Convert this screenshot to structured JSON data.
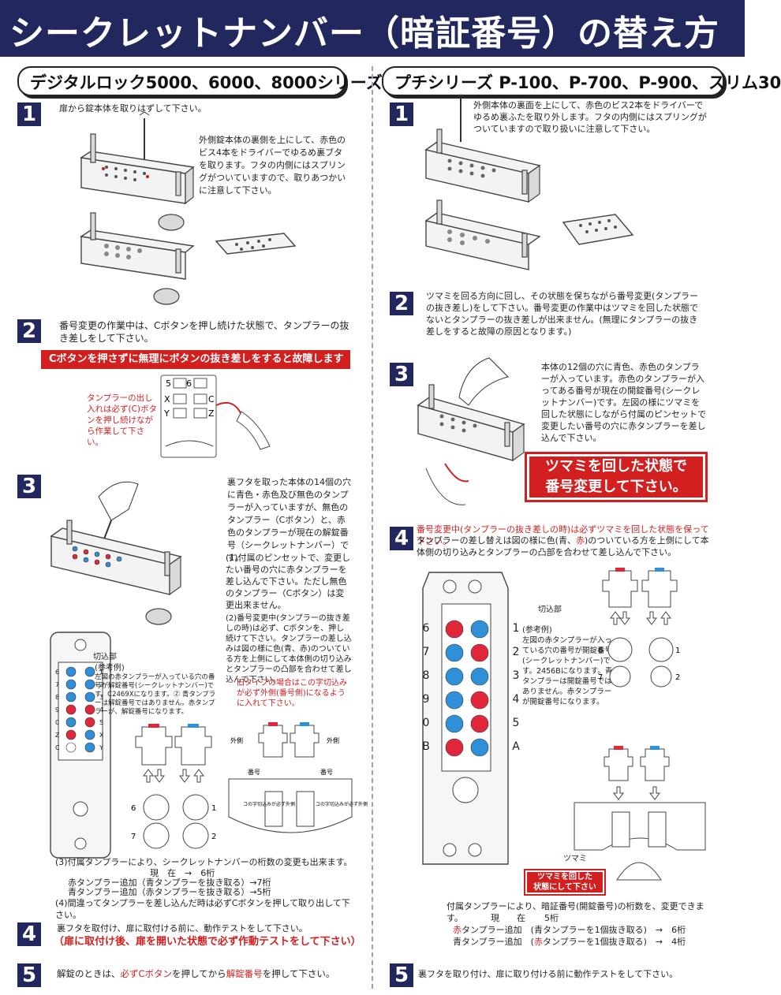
{
  "title": "シークレットナンバー（暗証番号）の替え方",
  "left": {
    "header": "デジタルロック5000、6000、8000シリーズ",
    "step1": {
      "num": "1",
      "text": "扉から錠本体を取りはずして下さい。",
      "note": "外側錠本体の裏側を上にして、赤色のビス4本をドライバーでゆるめ裏ブタを取ります。フタの内側にはスプリングがついていますので、取りあつかいに注意して下さい。"
    },
    "step2": {
      "num": "2",
      "text": "番号変更の作業中は、Cボタンを押し続けた状態で、タンプラーの抜き差しをして下さい。",
      "warning": "Cボタンを押さずに無理にボタンの抜き差しをすると故障します",
      "side_note": "タンプラーの出し入れは必ず(C)ボタンを押し続けながら作業して下さい。",
      "keypad_keys": [
        "5",
        "6",
        "X",
        "C",
        "Y",
        "Z"
      ]
    },
    "step3": {
      "num": "3",
      "text": "裏フタを取った本体の14個の穴に青色・赤色及び無色のタンプラーが入っていますが、無色のタンプラー（Cボタン）と、赤色のタンプラーが現在の解錠番号（シークレットナンバー）です。",
      "item1": "(1)付属のピンセットで、変更したい番号の穴に赤タンプラーを差し込んで下さい。ただし無色のタンプラー（Cボタン）は変更出来ません。",
      "item2": "(2)番号変更中(タンプラーの抜き差しの時)は必ず、Cボタンを、押し続けて下さい。タンプラーの差し込みは図の様に色(青、赤)のついている方を上側にして本体側の切り込みとタンプラーの凸部を合わせて差し込んで下さい。",
      "item2_red": "旧タイプの場合はこの字切込みが必ず外側(番号側)になるように入れて下さい。",
      "cut_label": "切込部",
      "ref_title": "(参考例)",
      "ref_text": "左図の赤タンプラーが入っている穴の番号が解錠番号(シークレットナンバー)です。C2469Xになります。Ⓩ 青タンプラーは解錠番号ではありません。赤タンプラーが、解錠番号になります。",
      "panel_labels": [
        "6",
        "7",
        "8",
        "9",
        "0",
        "Z",
        "C",
        "1",
        "2",
        "3",
        "4",
        "5",
        "X",
        "Y"
      ],
      "outside_label": "外側",
      "outside_label2": "外側",
      "number_label": "番号",
      "number_label2": "番号",
      "notch_note": "コの字切込みが必ず外側",
      "notch_note2": "コの字切込みが必ず外側",
      "dial_labels": [
        "6",
        "1",
        "7",
        "2"
      ],
      "item3": "(3)付属タンプラーにより、シークレットナンバーの桁数の変更も出来ます。",
      "row_now": "現　在　→　6桁",
      "row_red": "赤タンプラー追加（青タンプラーを抜き取る）→7桁",
      "row_blue": "青タンプラー追加（赤タンプラーを抜き取る）→5桁",
      "item4": "(4)間違ってタンプラーを差し込んだ時は必ずCボタンを押して取り出して下さい。"
    },
    "step4": {
      "num": "4",
      "text": "裏フタを取付け、扉に取付ける前に、動作テストをして下さい。",
      "warning": "（扉に取付け後、扉を開いた状態で必ず作動テストをして下さい）"
    },
    "step5": {
      "num": "5",
      "text_a": "解錠のときは、",
      "text_b": "必ずCボタン",
      "text_c": "を押してから",
      "text_d": "解錠番号",
      "text_e": "を押して下さい。"
    }
  },
  "right": {
    "header": "プチシリーズ P-100、P-700、P-900、スリム30",
    "step1": {
      "num": "1",
      "text": "外側本体の裏面を上にして、赤色のビス2本をドライバーでゆるめ裏ふたを取り外します。フタの内側にはスプリングがついていますので取り扱いに注意して下さい。"
    },
    "step2": {
      "num": "2",
      "text": "ツマミを回る方向に回し、その状態を保ちながら番号変更(タンプラーの抜き差し)をして下さい。番号変更の作業中はツマミを回した状態でないとタンプラーの抜き差しが出来ません。(無理にタンプラーの抜き差しをすると故障の原因となります。)"
    },
    "step3": {
      "num": "3",
      "text": "本体の12個の穴に青色、赤色のタンプラーが入っています。赤色のタンプラーが入ってある番号が現在の開錠番号(シークレットナンバー)です。左図の様にツマミを回した状態にしながら付属のピンセットで変更したい番号の穴に赤タンプラーを差し込んで下さい。",
      "callout_line1": "ツマミを回した状態で",
      "callout_line2": "番号変更して下さい。"
    },
    "step4": {
      "num": "4",
      "text_red": "番号変更中(タンプラーの抜き差しの時)は必ずツマミを回した状態を保って下さい。",
      "text_a": "タンプラーの差し替えは図の様に色(青、",
      "text_b": "赤",
      "text_c": ")のついている方を上側にして本体側の切り込みとタンプラーの凸部を合わせて差し込んで下さい。",
      "cut_label": "切込部",
      "ref_title": "(参考例)",
      "ref_text": "左図の赤タンプラーが入っている穴の番号が開錠番号(シークレットナンバー)です。2456Bになります。青タンプラーは開錠番号ではありません。赤タンプラーが開錠番号になります。",
      "left_labels": [
        "6",
        "7",
        "8",
        "9",
        "0",
        "B"
      ],
      "right_labels": [
        "1",
        "2",
        "3",
        "4",
        "5",
        "A"
      ],
      "dial_labels": [
        "6",
        "1",
        "7",
        "2"
      ],
      "knob_label": "ツマミ",
      "knob_callout_line1": "ツマミを回した",
      "knob_callout_line2": "状態にして下さい"
    },
    "digits": {
      "intro": "付属タンプラーにより、暗証番号(開錠番号)の桁数を、変更できます。",
      "now_label": "現　　在",
      "now_value": "5桁",
      "red_a": "赤",
      "red_b": "タンプラー追加　(青タンプラーを1個抜き取る)　→　6桁",
      "blue_a": "青タンプラー追加　(",
      "blue_b": "赤",
      "blue_c": "タンプラーを1個抜き取る)　→　4桁"
    },
    "step5": {
      "num": "5",
      "text": "裏フタを取り付け、扉に取り付ける前に動作テストをして下さい。"
    }
  },
  "colors": {
    "navy": "#22275e",
    "red": "#d21f1f",
    "blue_tumbler": "#2f8fd8",
    "red_tumbler": "#e0283a"
  }
}
